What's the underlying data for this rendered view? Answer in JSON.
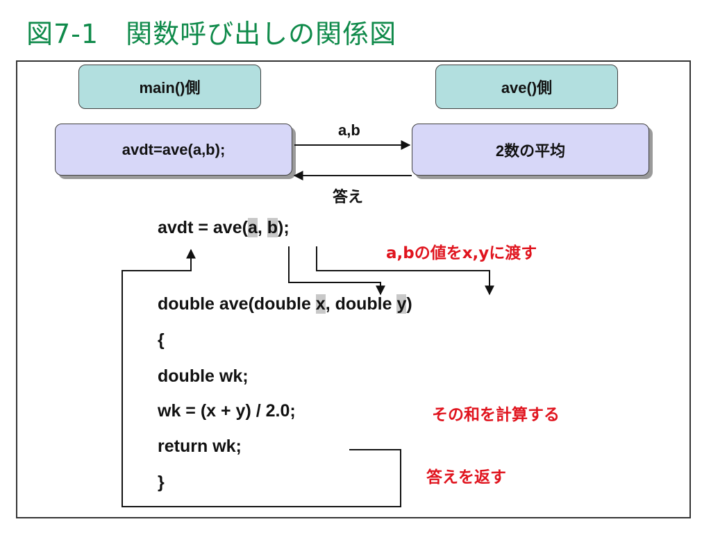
{
  "title": "図7-1　関数呼び出しの関係図",
  "boxes": {
    "main_side": "main()側",
    "ave_side": "ave()側",
    "call": "avdt=ave(a,b);",
    "avg": "2数の平均"
  },
  "arrows": {
    "args": "a,b",
    "answer": "答え"
  },
  "code": {
    "line1_pre": "avdt = ave(",
    "line1_a": "a",
    "line1_mid": ", ",
    "line1_b": "b",
    "line1_post": ");",
    "line2_pre": "double ave(double ",
    "line2_x": "x",
    "line2_mid": ", double ",
    "line2_y": "y",
    "line2_post": ")",
    "line3": "{",
    "line4": "double wk;",
    "line5": "wk = (x + y) / 2.0;",
    "line6": "return wk;",
    "line7": "}"
  },
  "notes": {
    "pass": "a,bの値をx,yに渡す",
    "sum": "その和を計算する",
    "return": "答えを返す"
  },
  "colors": {
    "title": "#0f8a4a",
    "note": "#e0141e",
    "teal_box": "#b2dfdf",
    "lavender_box": "#d7d7f8"
  }
}
